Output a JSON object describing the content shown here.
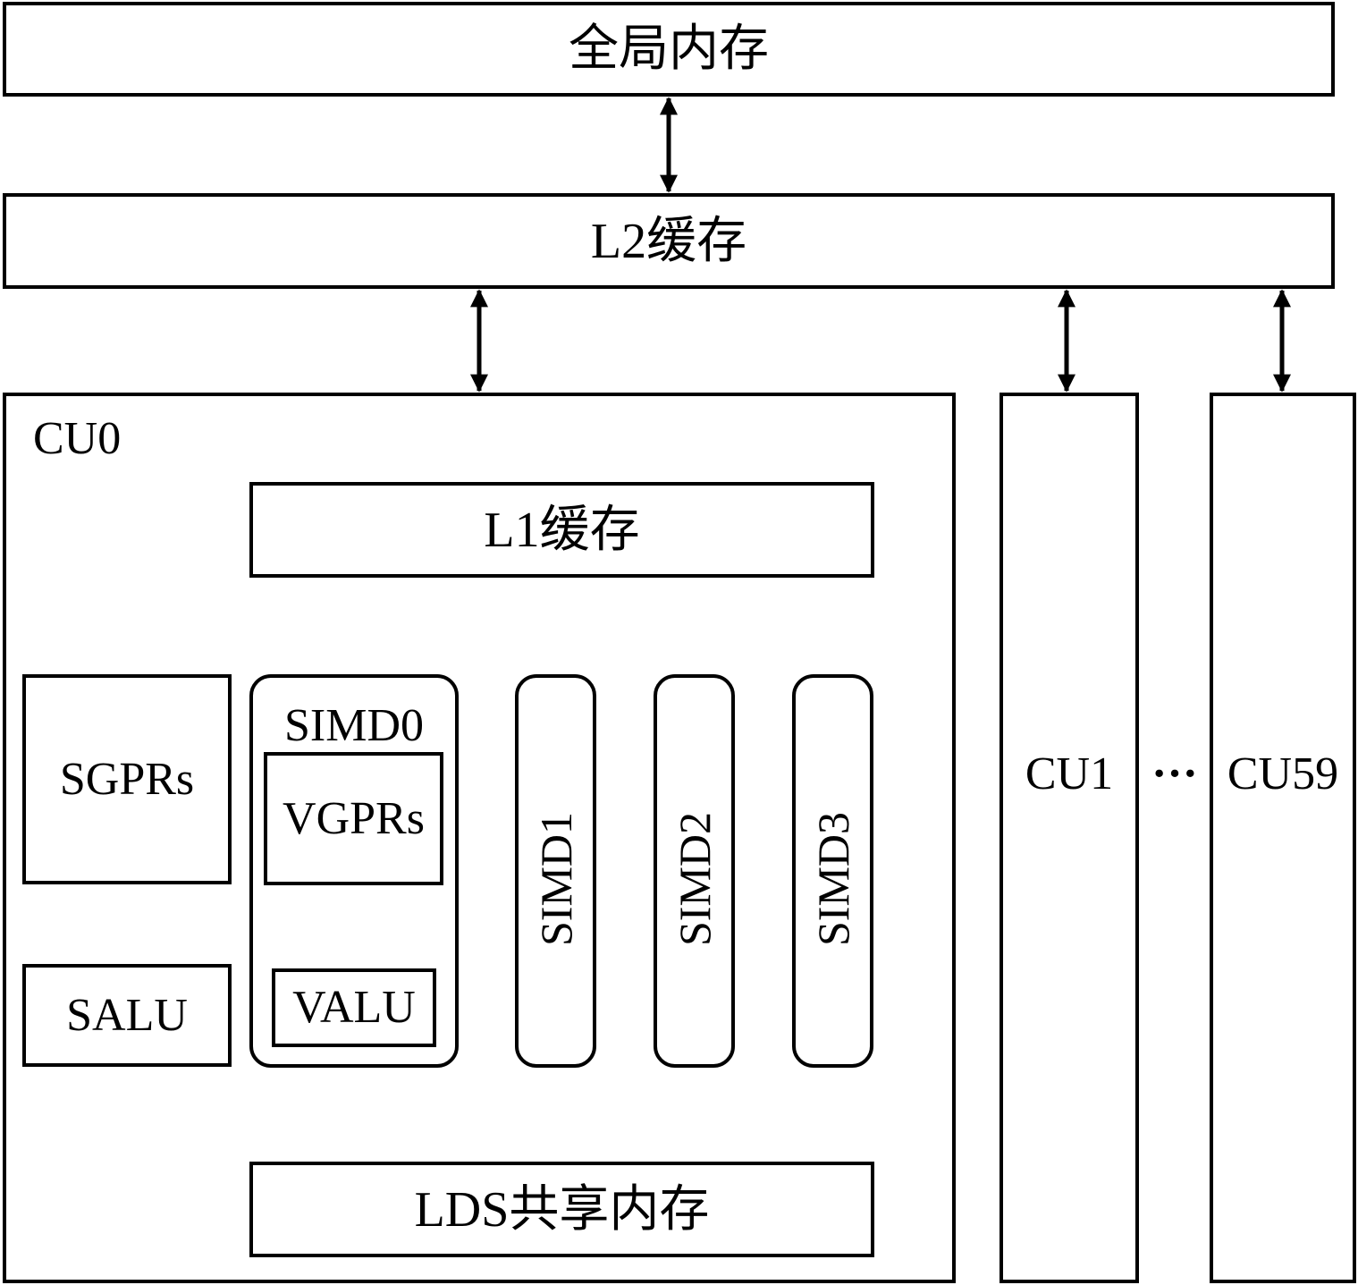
{
  "global_memory": "全局内存",
  "l2_cache": "L2缓存",
  "cu0": {
    "title": "CU0",
    "l1_cache": "L1缓存",
    "sgprs": "SGPRs",
    "salu": "SALU",
    "simd0": {
      "title": "SIMD0",
      "vgprs": "VGPRs",
      "valu": "VALU"
    },
    "simd1": "SIMD1",
    "simd2": "SIMD2",
    "simd3": "SIMD3",
    "lds": "LDS共享内存"
  },
  "cu1": "CU1",
  "ellipsis": "···",
  "cu59": "CU59"
}
